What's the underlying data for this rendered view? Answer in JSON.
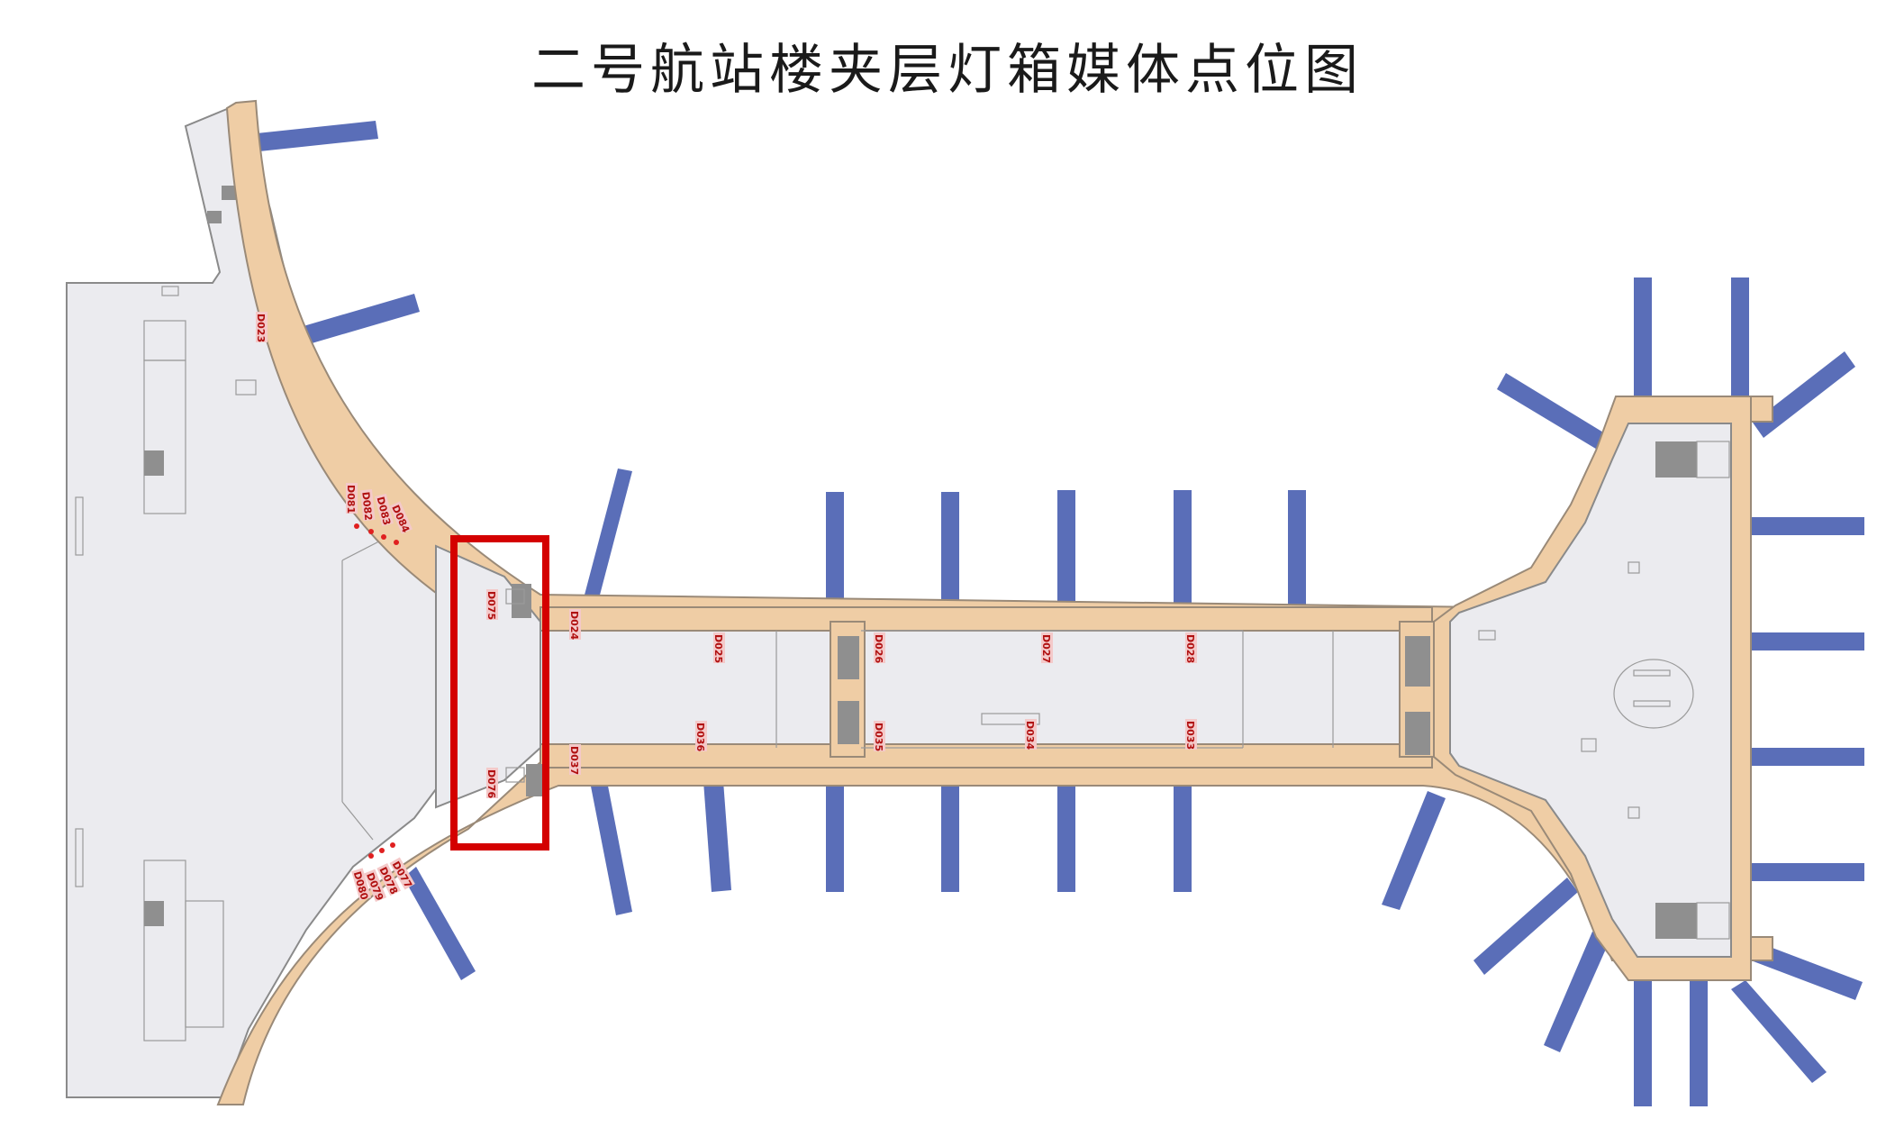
{
  "title": "二号航站楼夹层灯箱媒体点位图",
  "colors": {
    "corridor": "#efcda5",
    "floor": "#ebebef",
    "bridge": "#5a6eb8",
    "highlight": "#d40000",
    "label_text": "#b01010",
    "label_bg": "#f4c9c9"
  },
  "media_points": {
    "d023": "D023",
    "d024": "D024",
    "d025": "D025",
    "d026": "D026",
    "d027": "D027",
    "d028": "D028",
    "d033": "D033",
    "d034": "D034",
    "d035": "D035",
    "d036": "D036",
    "d037": "D037",
    "d075": "D075",
    "d076": "D076",
    "d077": "D077",
    "d078": "D078",
    "d079": "D079",
    "d080": "D080",
    "d081": "D081",
    "d082": "D082",
    "d083": "D083",
    "d084": "D084"
  }
}
